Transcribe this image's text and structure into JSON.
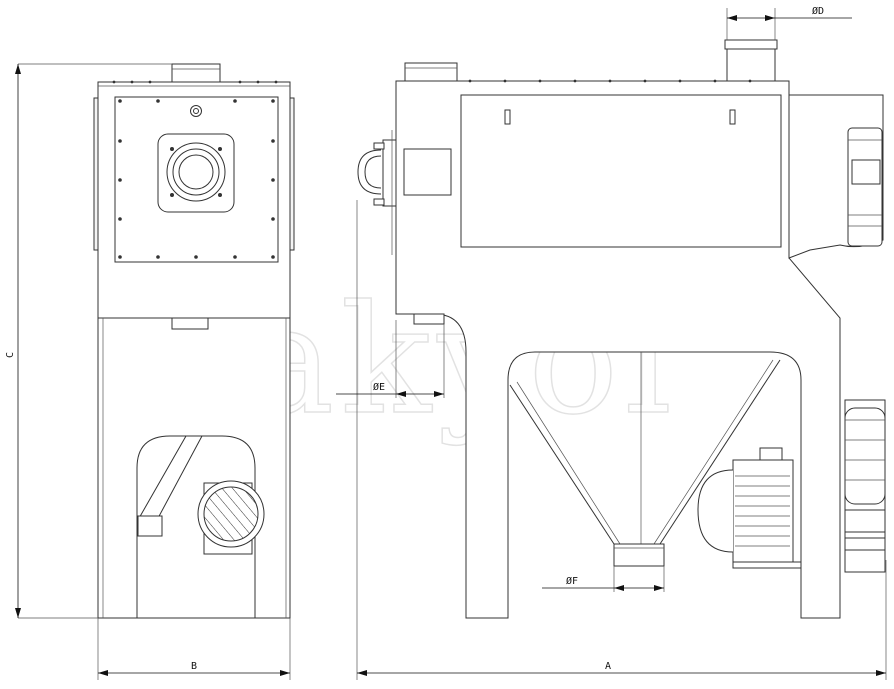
{
  "watermark": "akyol",
  "dimensions": {
    "A": "A",
    "B": "B",
    "C": "C",
    "D": "ØD",
    "E": "ØE",
    "F": "ØF"
  }
}
